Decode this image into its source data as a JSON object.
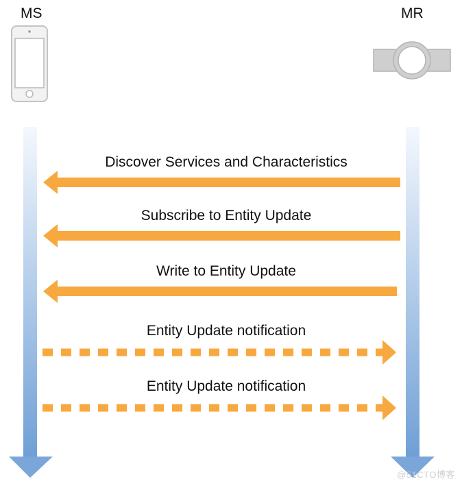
{
  "actors": {
    "left": {
      "name": "MS",
      "icon": "phone-icon"
    },
    "right": {
      "name": "MR",
      "icon": "watch-icon"
    }
  },
  "messages": [
    {
      "label": "Discover Services and Characteristics",
      "direction": "to-left",
      "style": "solid"
    },
    {
      "label": "Subscribe to Entity Update",
      "direction": "to-left",
      "style": "solid"
    },
    {
      "label": "Write to Entity Update",
      "direction": "to-left",
      "style": "solid"
    },
    {
      "label": "Entity Update notification",
      "direction": "to-right",
      "style": "dashed"
    },
    {
      "label": "Entity Update notification",
      "direction": "to-right",
      "style": "dashed"
    }
  ],
  "colors": {
    "arrow": "#f7a93f",
    "lifeline_top": "#f4f8fd",
    "lifeline_bottom": "#6f9fd6",
    "device_gray": "#c7c7c7"
  },
  "watermark": "@51CTO博客"
}
